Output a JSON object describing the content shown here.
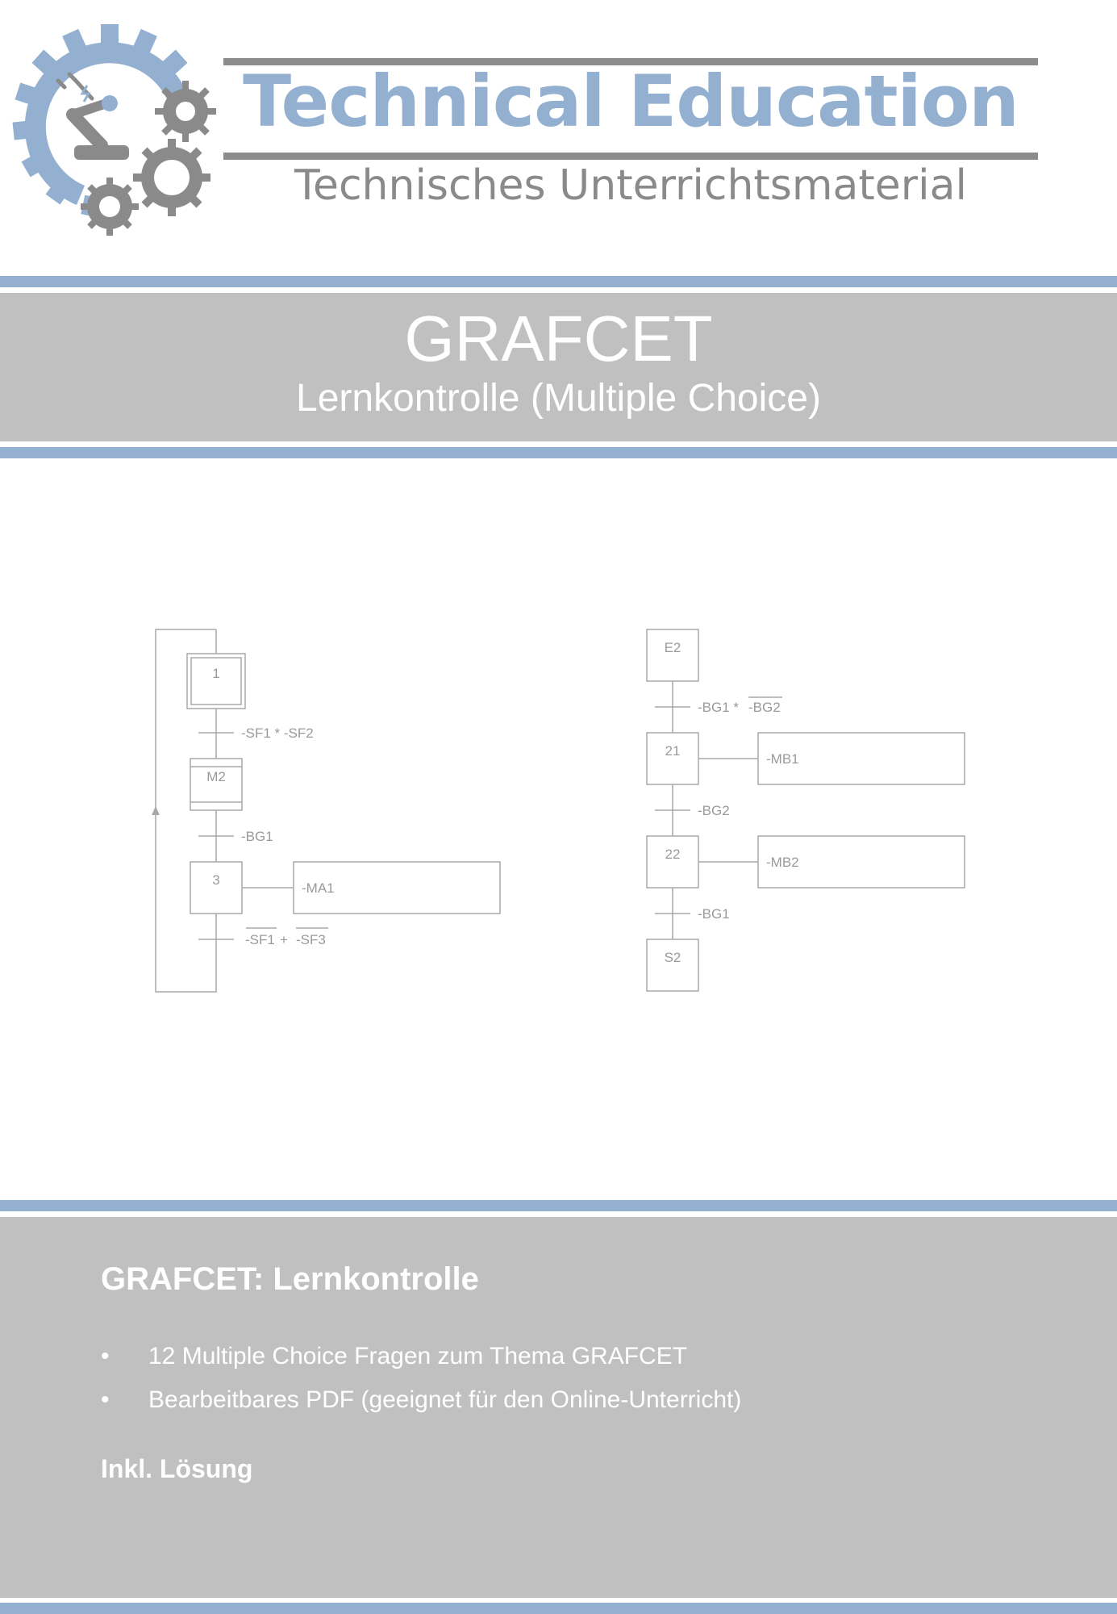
{
  "header": {
    "brand_title": "Technical Education",
    "brand_subtitle": "Technisches Unterrichtsmaterial",
    "logo_icon": "robot-arm-gears-logo"
  },
  "banner": {
    "title": "GRAFCET",
    "subtitle": "Lernkontrolle (Multiple Choice)"
  },
  "diagram": {
    "left": {
      "steps": [
        "1",
        "M2",
        "3"
      ],
      "transitions": [
        "-SF1 * -SF2",
        "-BG1"
      ],
      "transition_3_a": "-SF1",
      "transition_3_op": "+",
      "transition_3_b": "-SF3",
      "actions": [
        "-MA1"
      ]
    },
    "right": {
      "steps": [
        "E2",
        "21",
        "22",
        "S2"
      ],
      "transition_1_a": "-BG1 *",
      "transition_1_b": "-BG2",
      "transitions": [
        "-BG2",
        "-BG1"
      ],
      "actions": [
        "-MB1",
        "-MB2"
      ]
    }
  },
  "info": {
    "heading": "GRAFCET: Lernkontrolle",
    "bullet_symbol": "•",
    "bullets": [
      "12 Multiple Choice Fragen zum Thema GRAFCET",
      "Bearbeitbares PDF (geeignet für den Online-Unterricht)"
    ],
    "footer": "Inkl. Lösung"
  },
  "colors": {
    "accent_blue": "#93b0d0",
    "band_gray": "#c0c0c0",
    "line_gray": "#a9a9a9",
    "logo_gray": "#8a8a8a"
  }
}
